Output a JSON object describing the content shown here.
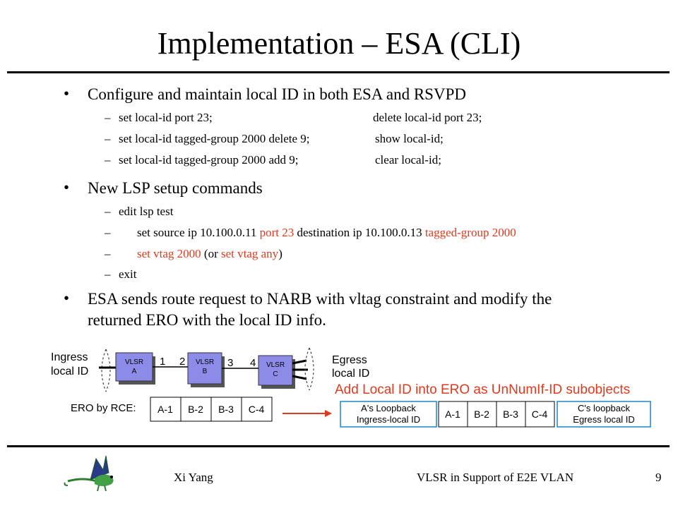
{
  "title": "Implementation – ESA (CLI)",
  "bullets": [
    {
      "text": "Configure and maintain local ID in both ESA and RSVPD"
    },
    {
      "text": "New LSP setup commands"
    },
    {
      "text_line1": "ESA sends route request to NARB with vltag constraint and modify the",
      "text_line2": "returned ERO with the local ID info."
    }
  ],
  "sub1": [
    {
      "left": "set local-id port 23;",
      "right": "delete local-id port 23;"
    },
    {
      "left": "set local-id tagged-group 2000 delete 9;",
      "right": "show local-id;"
    },
    {
      "left": "set local-id tagged-group 2000 add 9;",
      "right": "clear local-id;"
    }
  ],
  "sub2": {
    "line1": "edit lsp test",
    "line2": {
      "a": "set source ip 10.100.0.11 ",
      "b": "port 23",
      "c": " destination ip 10.100.0.13 ",
      "d": "tagged-group 2000"
    },
    "line3": {
      "a": "set vtag 2000",
      "b": " (or ",
      "c": "set vtag any",
      "d": ")"
    },
    "line4": "exit"
  },
  "diagram": {
    "ingress_line1": "Ingress",
    "ingress_line2": "local ID",
    "egress_line1": "Egress",
    "egress_line2": "local ID",
    "vlsr": [
      {
        "line1": "VLSR",
        "line2": "A"
      },
      {
        "line1": "VLSR",
        "line2": "B"
      },
      {
        "line1": "VLSR",
        "line2": "C"
      }
    ],
    "link_labels": [
      "1",
      "2",
      "3",
      "4"
    ],
    "add_local_id_text": "Add Local ID into ERO as UnNumIf-ID subobjects",
    "ero_by_rce_label": "ERO by RCE:",
    "ero_cells": [
      "A-1",
      "B-2",
      "B-3",
      "C-4"
    ],
    "new_ero_start_line1": "A's Loopback",
    "new_ero_start_line2": "Ingress-local ID",
    "new_ero_end_line1": "C's loopback",
    "new_ero_end_line2": "Egress local ID",
    "colors": {
      "vlsr_fill": "#8c8ce8",
      "accent_red": "#e03a1e",
      "ero_box_stroke": "#1c86c8"
    }
  },
  "footer": {
    "author": "Xi Yang",
    "center": "VLSR in Support of E2E VLAN",
    "page": "9"
  }
}
